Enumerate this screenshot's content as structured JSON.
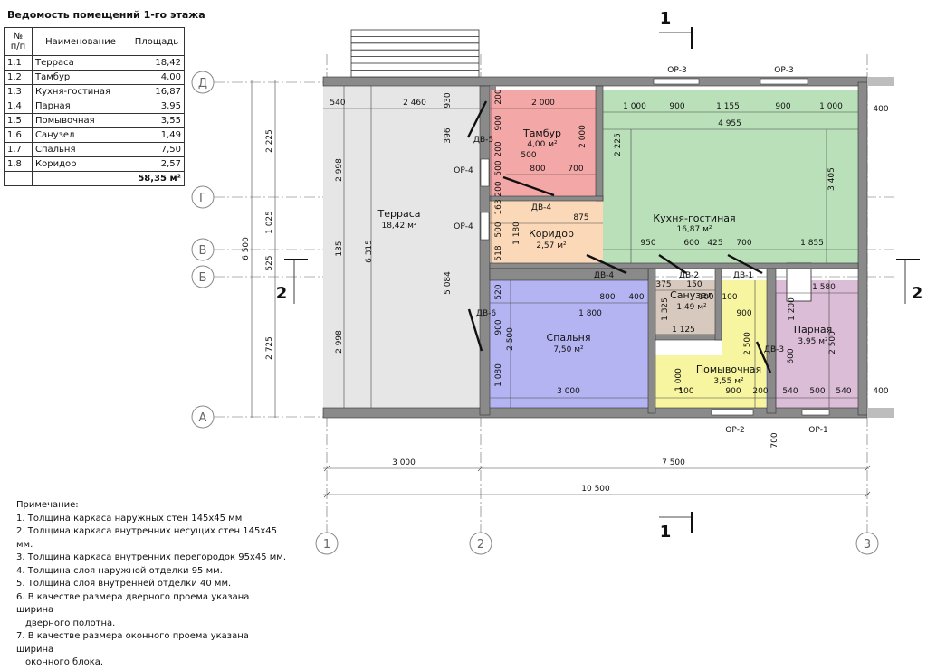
{
  "schedule": {
    "title": "Ведомость помещений 1-го этажа",
    "headers": [
      "№\nп/п",
      "Наименование",
      "Площадь"
    ],
    "rows": [
      [
        "1.1",
        "Терраса",
        "18,42"
      ],
      [
        "1.2",
        "Тамбур",
        "4,00"
      ],
      [
        "1.3",
        "Кухня-гостиная",
        "16,87"
      ],
      [
        "1.4",
        "Парная",
        "3,95"
      ],
      [
        "1.5",
        "Помывочная",
        "3,55"
      ],
      [
        "1.6",
        "Санузел",
        "1,49"
      ],
      [
        "1.7",
        "Спальня",
        "7,50"
      ],
      [
        "1.8",
        "Коридор",
        "2,57"
      ]
    ],
    "total": "58,35 м²"
  },
  "notes": {
    "heading": "Примечание:",
    "items": [
      "1. Толщина каркаса наружных стен 145х45 мм",
      "2. Толщина каркаса внутренних несущих стен 145х45 мм.",
      "3. Толщина каркаса внутренних перегородок 95х45 мм.",
      "4. Толщина слоя наружной отделки 95 мм.",
      "5. Толщина слоя внутренней отделки 40 мм.",
      "6. В качестве размера дверного проема указана ширина",
      "дверного полотна.",
      "7. В качестве размера оконного проема указана ширина",
      "оконного блока."
    ]
  },
  "rooms": [
    {
      "name": "Терраса",
      "area": "18,42 м²"
    },
    {
      "name": "Тамбур",
      "area": "4,00 м²"
    },
    {
      "name": "Кухня-гостиная",
      "area": "16,87 м²"
    },
    {
      "name": "Коридор",
      "area": "2,57 м²"
    },
    {
      "name": "Санузел",
      "area": "1,49 м²"
    },
    {
      "name": "Спальня",
      "area": "7,50 м²"
    },
    {
      "name": "Помывочная",
      "area": "3,55 м²"
    },
    {
      "name": "Парная",
      "area": "3,95 м²"
    }
  ],
  "axes": {
    "columns": [
      "1",
      "2",
      "3"
    ],
    "rows": [
      "Д",
      "Г",
      "В",
      "Б",
      "А"
    ]
  },
  "sections": [
    "1",
    "2"
  ],
  "openings": [
    "ОР-3",
    "ОР-3",
    "ОР-4",
    "ОР-4",
    "ОР-2",
    "ОР-1",
    "ДВ-5",
    "ДВ-4",
    "ДВ-4",
    "ДВ-2",
    "ДВ-1",
    "ДВ-6",
    "ДВ-3"
  ],
  "dimensions": {
    "bottom": [
      "3 000",
      "7 500",
      "10 500"
    ],
    "left_outer": "6 500",
    "left_inner": [
      "2 225",
      "1 025",
      "525",
      "2 725"
    ],
    "terrace": [
      "2 998",
      "6 315",
      "2 998",
      "135",
      "2 460",
      "540"
    ],
    "labels": [
      "930",
      "396",
      "5 084",
      "200",
      "900",
      "200",
      "500",
      "200",
      "163",
      "500",
      "518",
      "1 180",
      "520",
      "900",
      "1 080",
      "2 500",
      "2 000",
      "500",
      "800",
      "700",
      "2 000",
      "875",
      "800",
      "400",
      "1 800",
      "3 000",
      "375",
      "150",
      "1 325",
      "1 125",
      "100",
      "100",
      "900",
      "1 000",
      "100",
      "900",
      "200",
      "2 500",
      "1 200",
      "1 580",
      "600",
      "2 500",
      "540",
      "500",
      "540",
      "400",
      "400",
      "700",
      "1 000",
      "900",
      "1 155",
      "900",
      "1 000",
      "4 955",
      "2 225",
      "3 405",
      "950",
      "600",
      "425",
      "700",
      "1 855"
    ]
  }
}
